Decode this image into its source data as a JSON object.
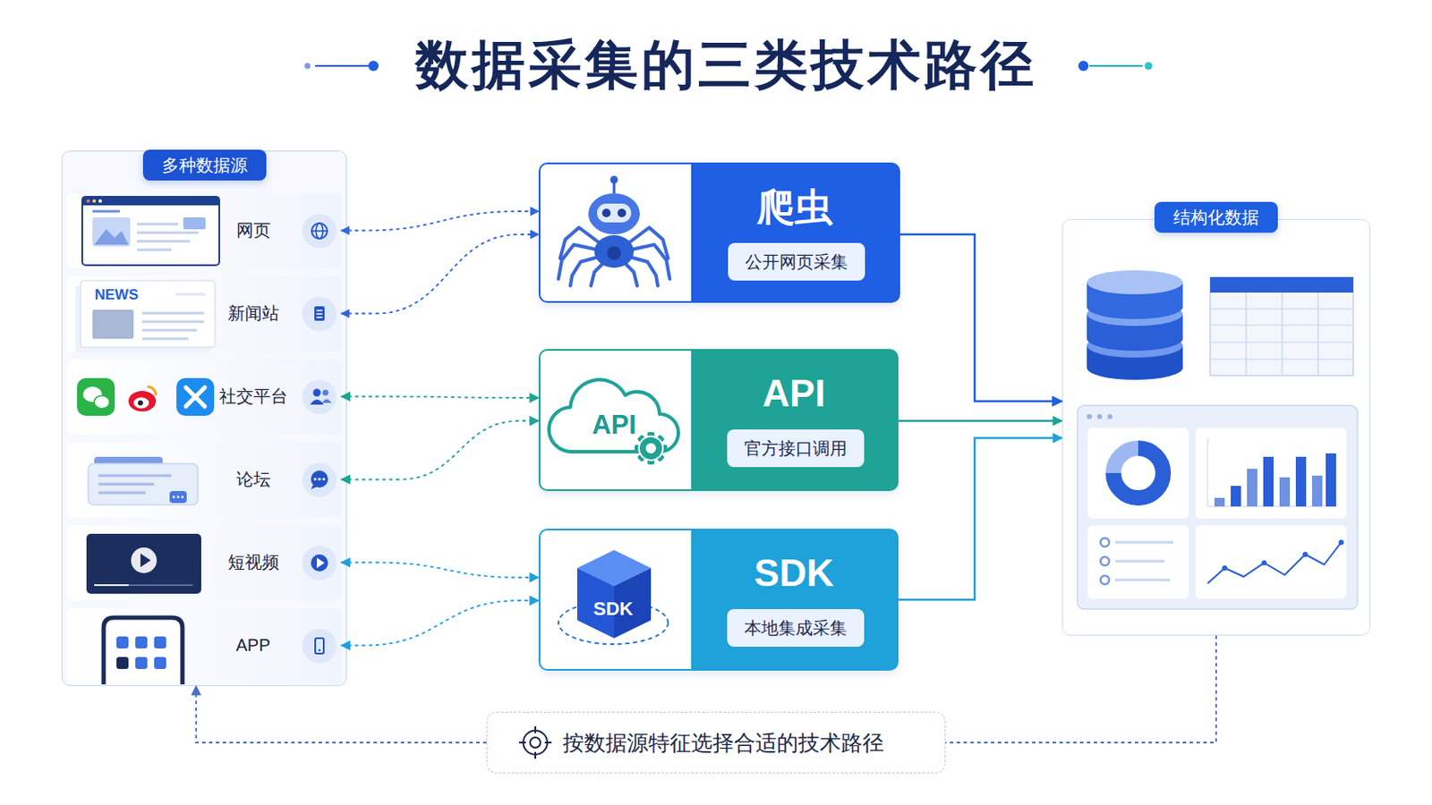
{
  "diagram": {
    "title": "数据采集的三类技术路径",
    "nodes": [
      {
        "text": [
          "多种数据源"
        ]
      },
      {
        "text": [
          "网页"
        ],
        "in": 0
      },
      {
        "text": [
          "新闻站"
        ],
        "in": 0
      },
      {
        "text": [
          "社交平台"
        ],
        "in": 0
      },
      {
        "text": [
          "论坛"
        ],
        "in": 0
      },
      {
        "text": [
          "短视频"
        ],
        "in": 0
      },
      {
        "text": [
          "APP"
        ],
        "in": 0
      },
      {
        "text": [
          "爬虫",
          "公开网页采集"
        ]
      },
      {
        "text": [
          "API",
          "官方接口调用"
        ]
      },
      {
        "text": [
          "SDK",
          "本地集成采集"
        ]
      },
      {
        "text": [
          "结构化数据"
        ]
      },
      {
        "text": [
          "按数据源特征选择合适的技术路径"
        ]
      }
    ],
    "edges": [
      {
        "from": 1,
        "to": 7,
        "arrow": "both"
      },
      {
        "from": 2,
        "to": 7,
        "arrow": "both"
      },
      {
        "from": 3,
        "to": 8,
        "arrow": "both"
      },
      {
        "from": 4,
        "to": 8,
        "arrow": "both"
      },
      {
        "from": 5,
        "to": 9,
        "arrow": "both"
      },
      {
        "from": 6,
        "to": 9,
        "arrow": "both"
      },
      {
        "from": 7,
        "to": 10,
        "arrow": "to"
      },
      {
        "from": 8,
        "to": 10,
        "arrow": "to"
      },
      {
        "from": 9,
        "to": 10,
        "arrow": "to"
      },
      {
        "from": 10,
        "to": 11,
        "arrow": "none"
      },
      {
        "from": 11,
        "to": 0,
        "arrow": "to"
      }
    ],
    "labels": [
      "NEWS",
      "API",
      "SDK"
    ]
  }
}
